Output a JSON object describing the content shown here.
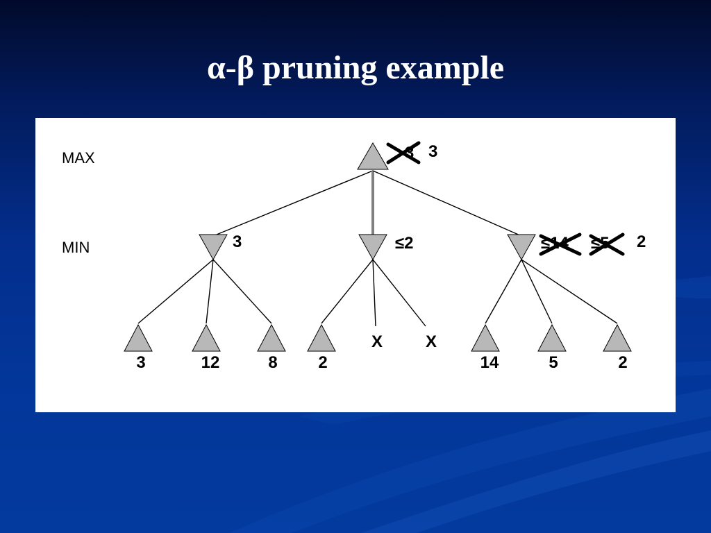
{
  "slide": {
    "title": "α-β pruning example"
  },
  "diagram": {
    "level_labels": {
      "max": "MAX",
      "min": "MIN"
    },
    "root": {
      "struck_value": "3",
      "value": "3"
    },
    "min_nodes": [
      {
        "value": "3"
      },
      {
        "value": "≤2"
      },
      {
        "struck_values": [
          "≤14",
          "≤5"
        ],
        "value": "2"
      }
    ],
    "leaves": [
      {
        "label": "3"
      },
      {
        "label": "12"
      },
      {
        "label": "8"
      },
      {
        "label": "2"
      },
      {
        "label": "X"
      },
      {
        "label": "X"
      },
      {
        "label": "14"
      },
      {
        "label": "5"
      },
      {
        "label": "2"
      }
    ]
  }
}
